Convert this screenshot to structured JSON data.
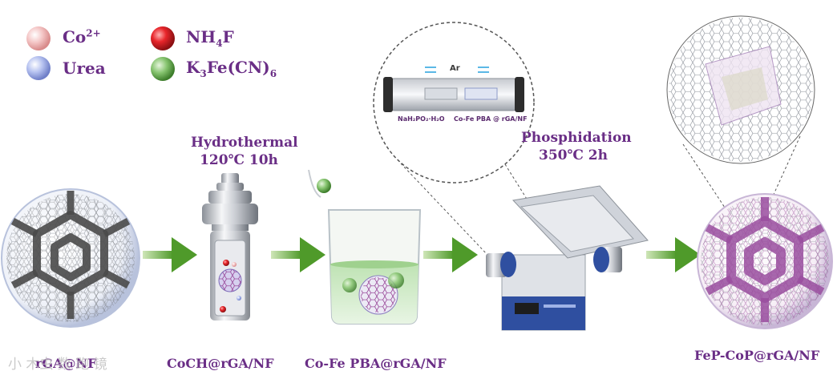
{
  "legend": {
    "co2": {
      "base": "Co",
      "sup": "2+"
    },
    "urea": "Urea",
    "nh4f": {
      "a": "NH",
      "sub": "4",
      "b": "F"
    },
    "k3fe": {
      "a": "K",
      "sub1": "3",
      "b": "Fe(CN)",
      "sub2": "6"
    }
  },
  "steps": {
    "hydrothermal": {
      "title": "Hydrothermal",
      "cond": "120℃ 10h"
    },
    "phosphidation": {
      "title": "Phosphidation",
      "cond": "350℃ 2h"
    }
  },
  "inset": {
    "gas": "Ar",
    "left": "NaH₂PO₂·H₂O",
    "right": "Co-Fe PBA @ rGA/NF"
  },
  "labels": {
    "stage1": "rGA@NF",
    "stage2": "CoCH@rGA/NF",
    "stage3": "Co-Fe PBA@rGA/NF",
    "stage4": "FeP-CoP@rGA/NF"
  },
  "watermark": "小 木虫 数 跑 镜",
  "colors": {
    "text": "#6a2e86",
    "arrow": "#5aa02c",
    "co2_ball": "#f2b8b8",
    "urea_ball": "#a9b8ee",
    "nh4f_ball": "#e8252a",
    "k3fe_ball": "#7fbf6a",
    "furnace_blue": "#2f4fa0"
  },
  "icons": [
    "co2-ball-icon",
    "urea-ball-icon",
    "nh4f-ball-icon",
    "k3fe-ball-icon",
    "arrow-icon",
    "autoclave-icon",
    "beaker-icon",
    "tube-furnace-icon",
    "graphene-sphere-icon"
  ]
}
